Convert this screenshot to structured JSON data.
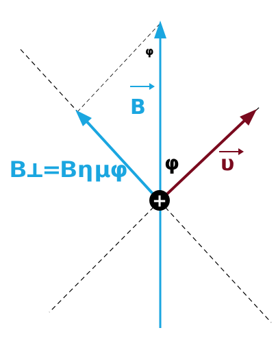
{
  "labels": {
    "b_vector": "B",
    "phi_small": "φ",
    "phi_large": "φ",
    "v_vector": "υ",
    "b_perp": "B⊥=Bημφ",
    "charge_symbol": "+"
  },
  "colors": {
    "b_field": "#1aa6e0",
    "velocity": "#7a0a1e",
    "dashed_lines": "#000000",
    "charge": "#000000"
  },
  "icons": {
    "charge": "positive-charge-icon"
  }
}
